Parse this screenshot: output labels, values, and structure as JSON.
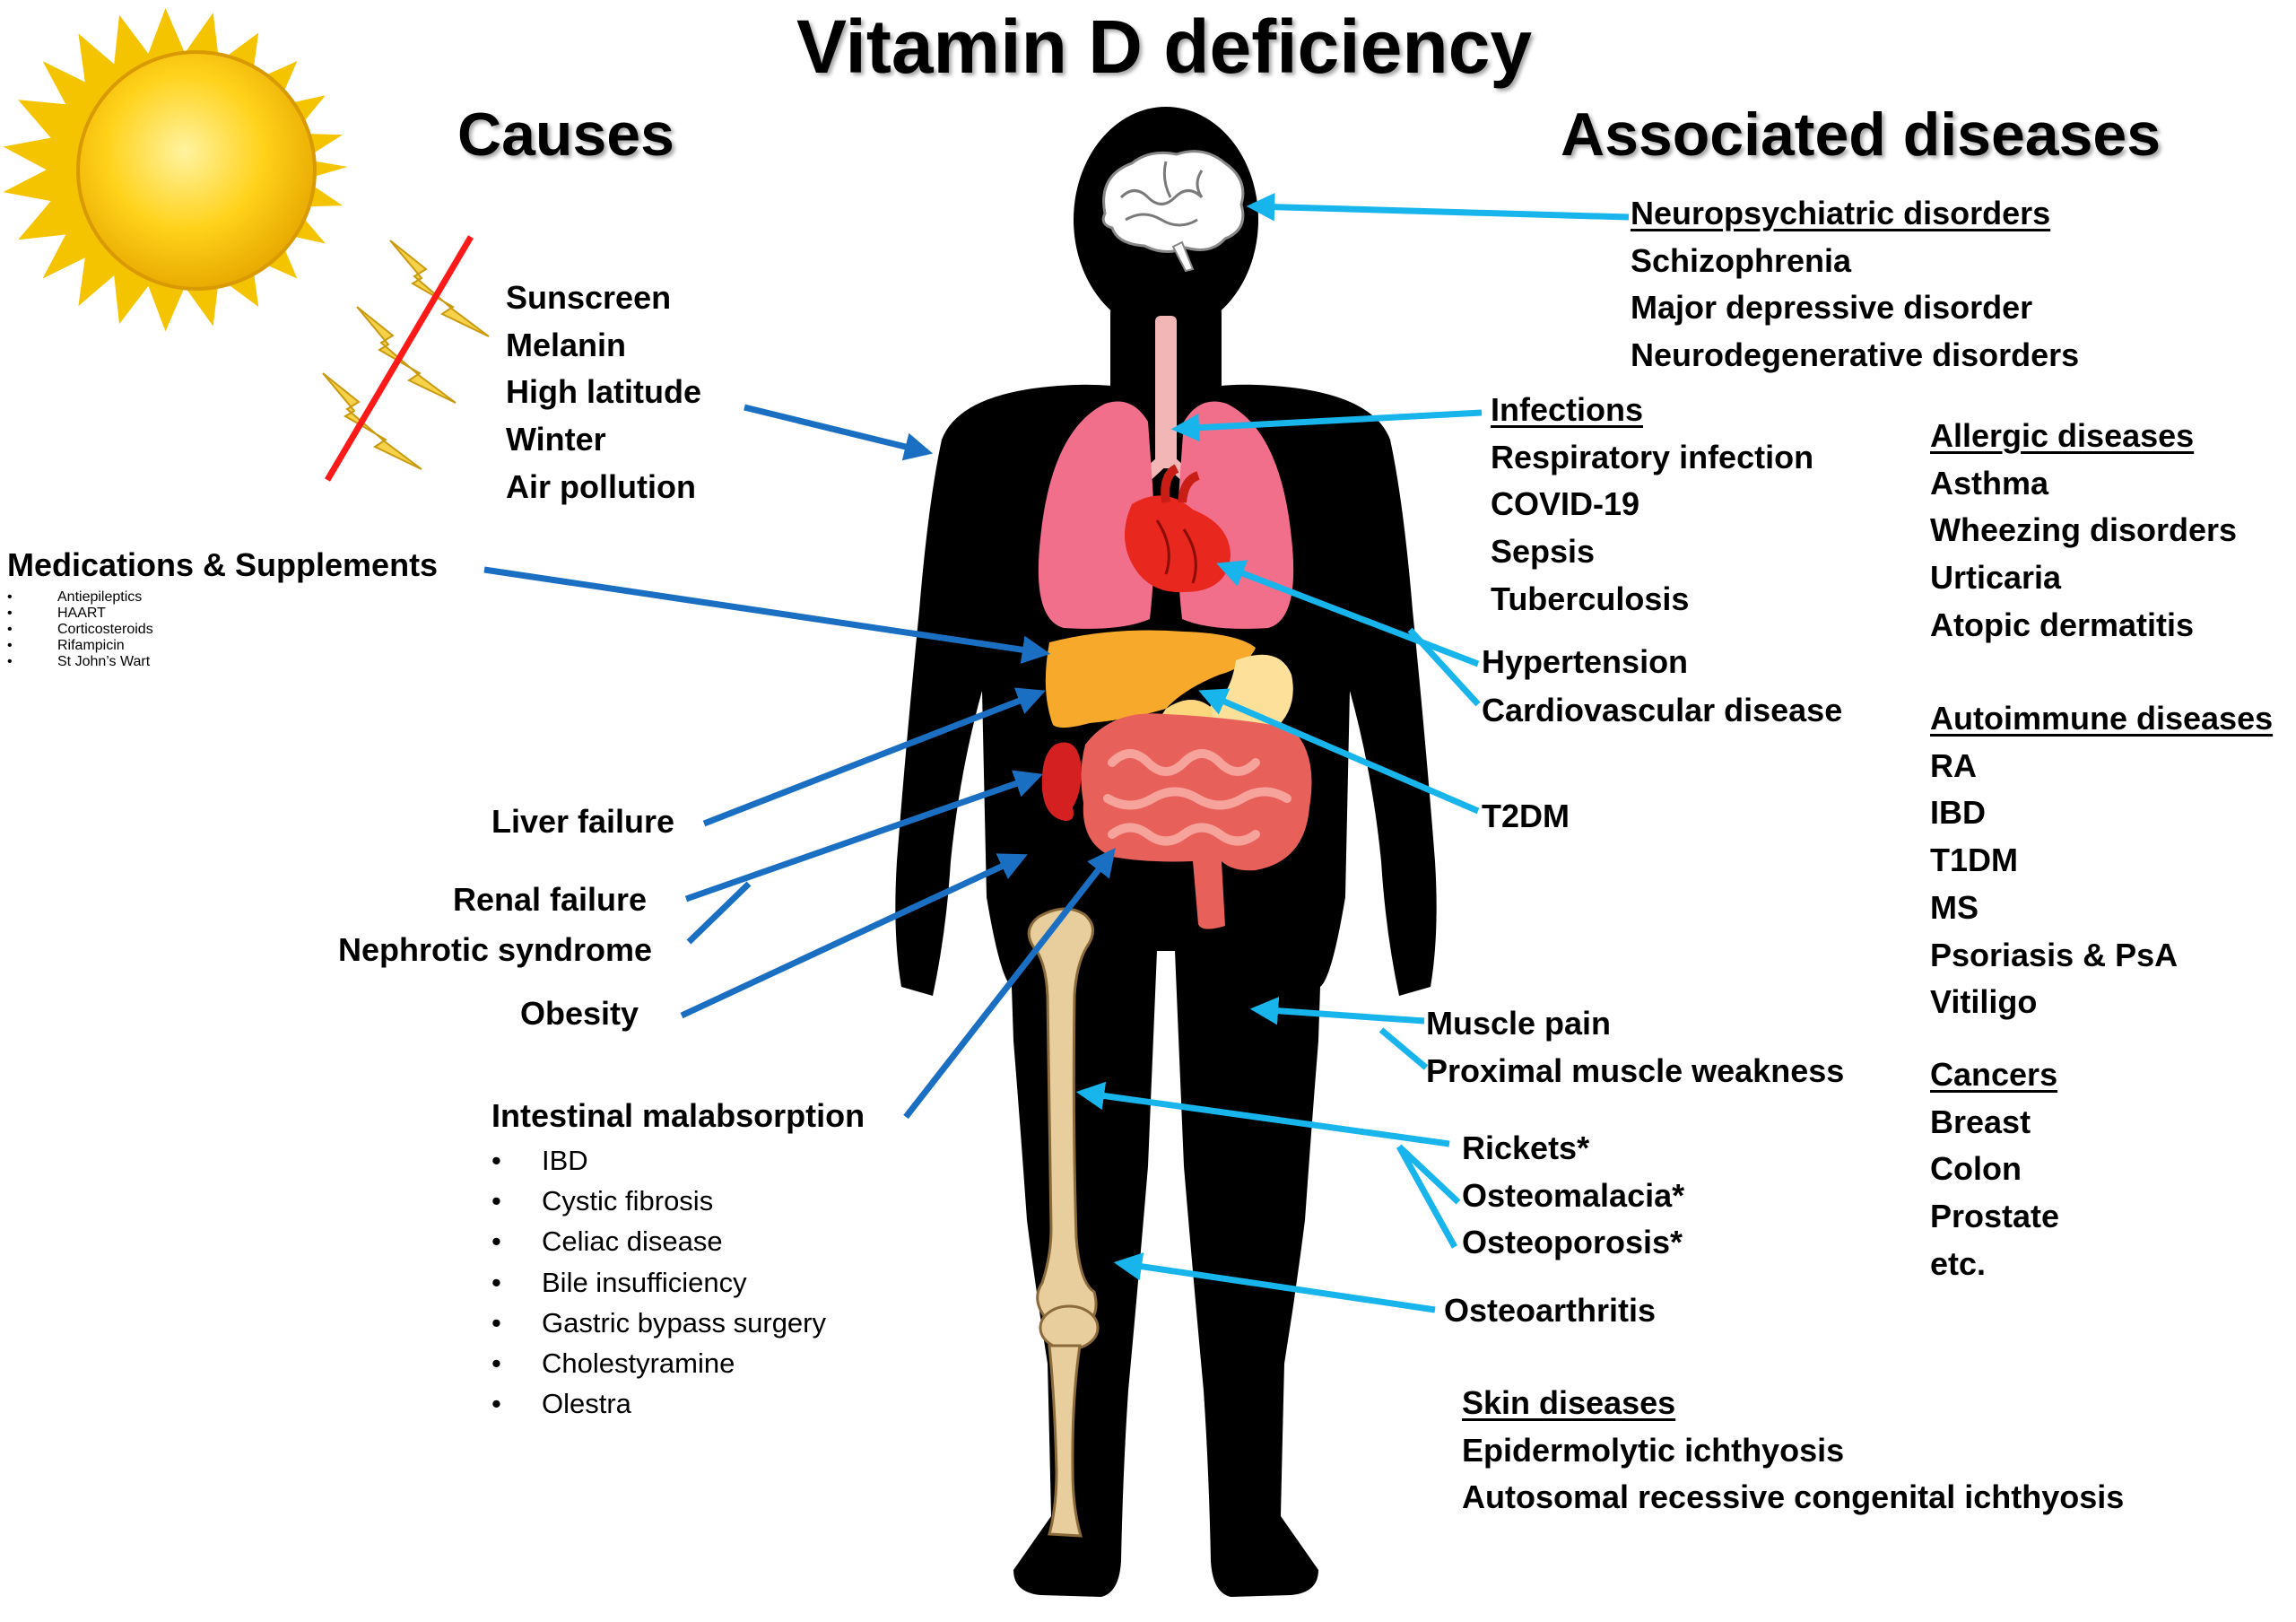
{
  "title": "Vitamin D deficiency",
  "causes_heading": "Causes",
  "diseases_heading": "Associated diseases",
  "colors": {
    "arrow_causes": "#1b6fc2",
    "arrow_diseases": "#18b4ec",
    "silhouette": "#000000",
    "sun": "#f5d200",
    "strike": "#ff1a1a"
  },
  "causes": {
    "environmental": [
      "Sunscreen",
      "Melanin",
      "High latitude",
      "Winter",
      "Air pollution"
    ],
    "medications": {
      "heading": "Medications & Supplements",
      "items": [
        "Antiepileptics",
        "HAART",
        "Corticosteroids",
        "Rifampicin",
        "St John’s Wart"
      ]
    },
    "liver": "Liver failure",
    "renal": [
      "Renal failure",
      "Nephrotic syndrome"
    ],
    "obesity": "Obesity",
    "intestinal": {
      "heading": "Intestinal malabsorption",
      "items": [
        "IBD",
        "Cystic fibrosis",
        "Celiac disease",
        "Bile insufficiency",
        "Gastric bypass surgery",
        "Cholestyramine",
        "Olestra"
      ]
    }
  },
  "diseases": {
    "neuro": {
      "heading": "Neuropsychiatric disorders",
      "items": [
        "Schizophrenia",
        "Major depressive disorder",
        "Neurodegenerative disorders"
      ]
    },
    "infections": {
      "heading": "Infections",
      "items": [
        "Respiratory infection",
        "COVID-19",
        "Sepsis",
        "Tuberculosis"
      ]
    },
    "cardio": [
      "Hypertension",
      "Cardiovascular disease"
    ],
    "t2dm": "T2DM",
    "allergic": {
      "heading": "Allergic diseases",
      "items": [
        "Asthma",
        "Wheezing disorders",
        "Urticaria",
        "Atopic dermatitis"
      ]
    },
    "autoimmune": {
      "heading": "Autoimmune diseases",
      "items": [
        "RA",
        "IBD",
        "T1DM",
        "MS",
        "Psoriasis & PsA",
        "Vitiligo"
      ]
    },
    "muscle": [
      "Muscle pain",
      "Proximal muscle weakness"
    ],
    "cancers": {
      "heading": "Cancers",
      "items": [
        "Breast",
        "Colon",
        "Prostate",
        "etc."
      ]
    },
    "bone": [
      "Rickets*",
      "Osteomalacia*",
      "Osteoporosis*"
    ],
    "osteoarthritis": "Osteoarthritis",
    "skin": {
      "heading": "Skin diseases",
      "items": [
        "Epidermolytic  ichthyosis",
        "Autosomal recessive congenital ichthyosis"
      ]
    }
  }
}
